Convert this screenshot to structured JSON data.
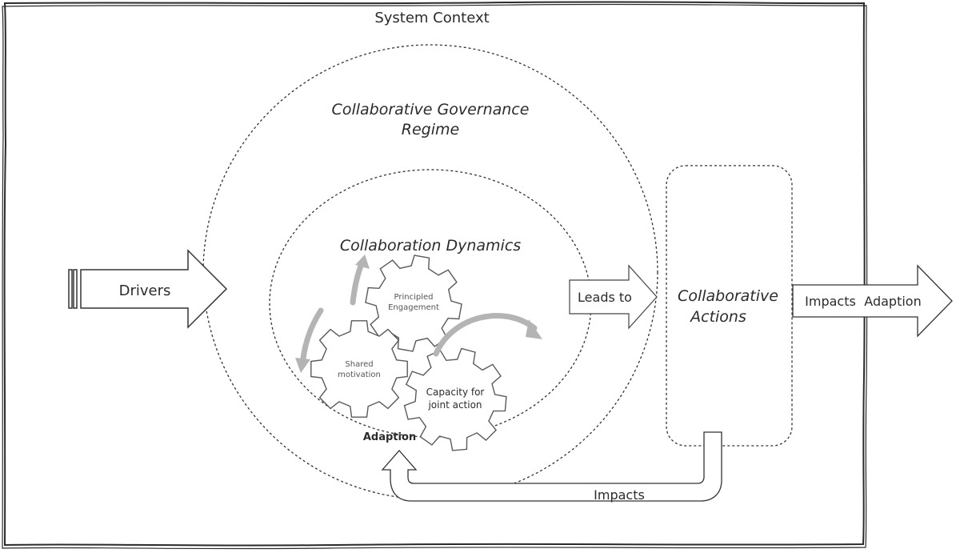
{
  "diagram": {
    "system_context_label": "System Context",
    "regime_label_line1": "Collaborative Governance",
    "regime_label_line2": "Regime",
    "dynamics_label": "Collaboration Dynamics",
    "gears": {
      "principled_line1": "Principled",
      "principled_line2": "Engagement",
      "shared_line1": "Shared",
      "shared_line2": "motivation",
      "capacity_line1": "Capacity for",
      "capacity_line2": "joint action"
    },
    "adaption_inner_label": "Adaption",
    "drivers_label": "Drivers",
    "leads_to_label": "Leads to",
    "actions_line1": "Collaborative",
    "actions_line2": "Actions",
    "output_impacts_label": "Impacts",
    "output_adaption_label": "Adaption",
    "feedback_impacts_label": "Impacts"
  }
}
